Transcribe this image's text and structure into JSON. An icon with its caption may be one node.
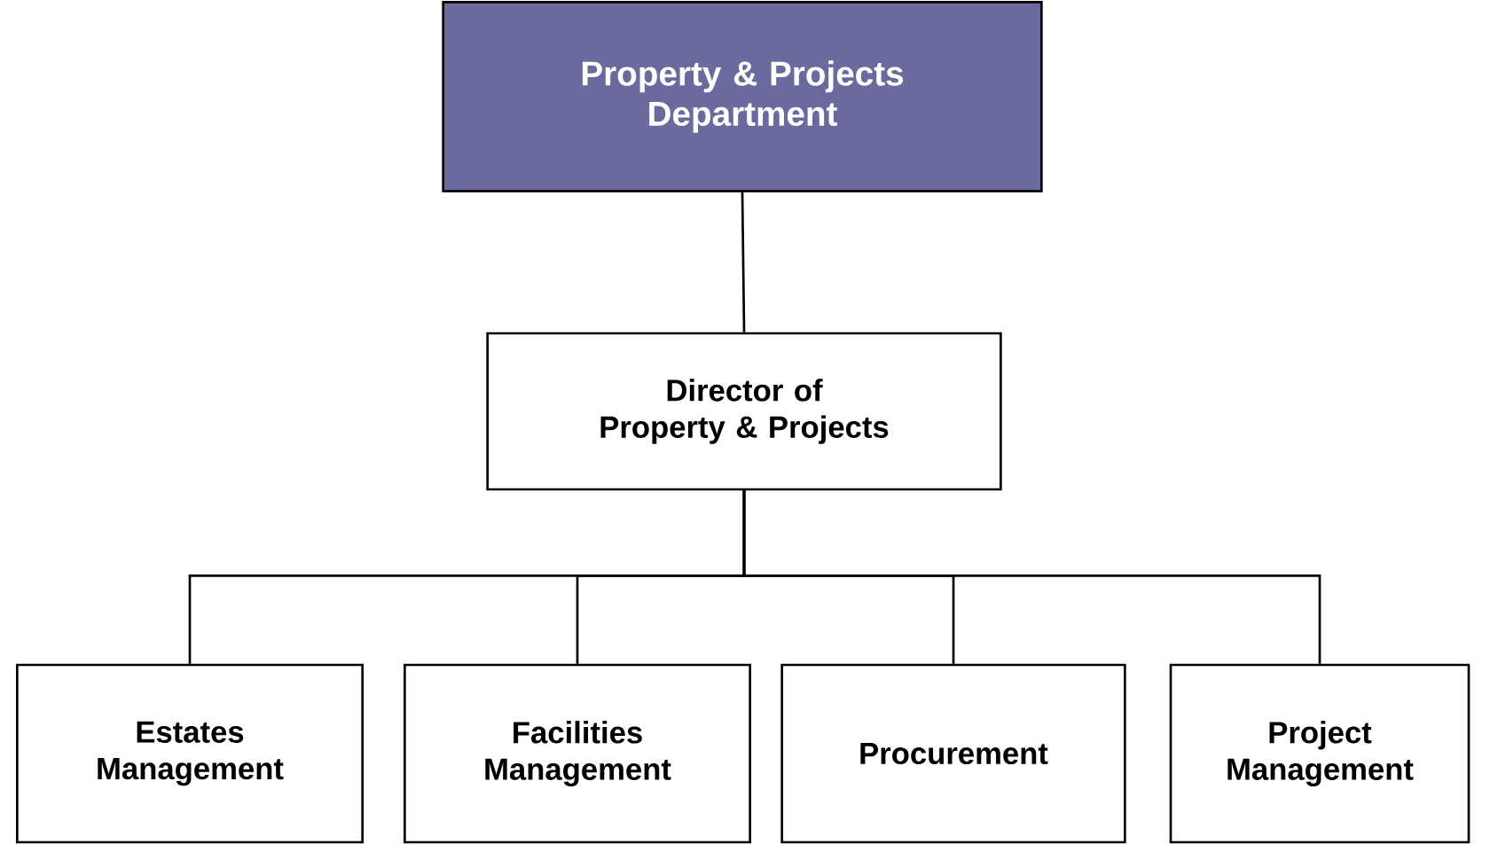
{
  "diagram": {
    "nodes": [
      {
        "text": [
          "Property & Projects Department"
        ]
      },
      {
        "text": [
          "Director of Property & Projects"
        ]
      },
      {
        "text": [
          "Estates Management"
        ]
      },
      {
        "text": [
          "Facilities Management"
        ]
      },
      {
        "text": [
          "Procurement"
        ]
      },
      {
        "text": [
          "Project Management"
        ]
      }
    ],
    "edges": [
      {
        "from": 0,
        "to": 1,
        "arrow": "none"
      },
      {
        "from": 1,
        "to": 2,
        "arrow": "none"
      },
      {
        "from": 1,
        "to": 3,
        "arrow": "none"
      },
      {
        "from": 1,
        "to": 4,
        "arrow": "none"
      },
      {
        "from": 1,
        "to": 5,
        "arrow": "none"
      }
    ]
  }
}
